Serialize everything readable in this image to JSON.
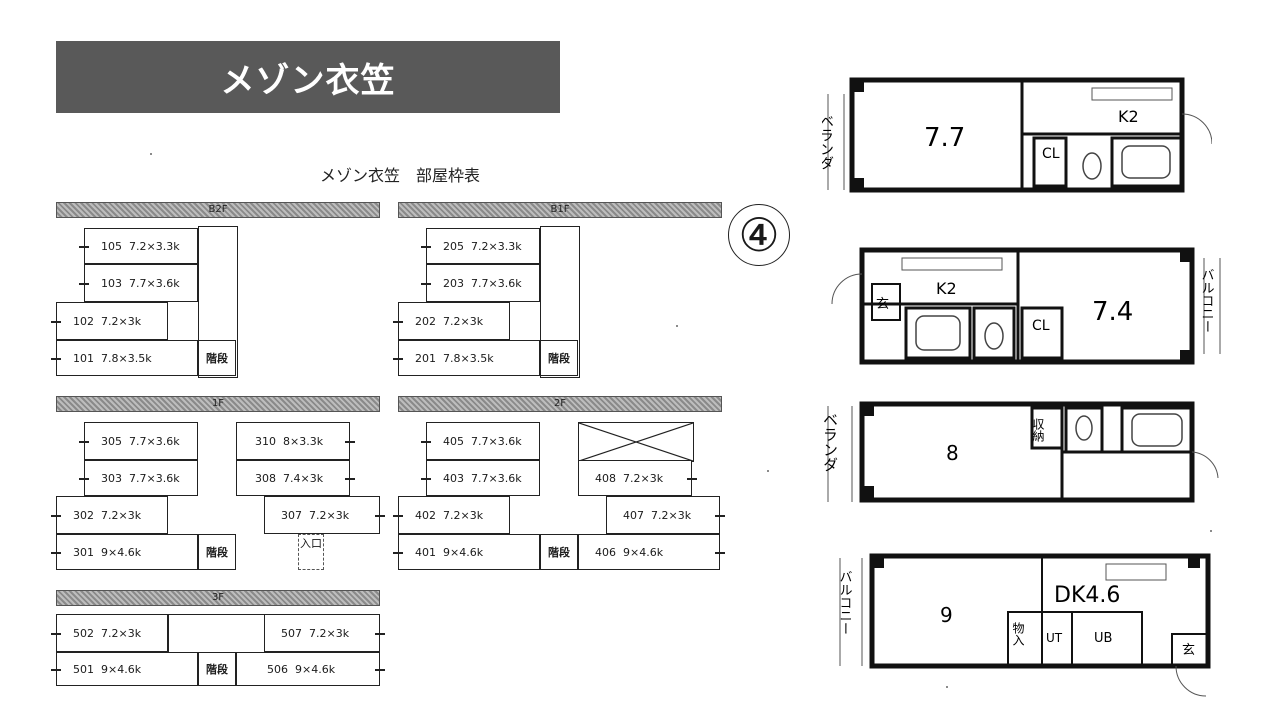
{
  "header": {
    "title": "メゾン衣笠",
    "subtitle": "メゾン衣笠　部屋枠表",
    "badge": "④"
  },
  "floors": [
    {
      "label": "B2F",
      "rooms": [
        {
          "id": "105",
          "size": "7.2×3.3k"
        },
        {
          "id": "103",
          "size": "7.7×3.6k"
        },
        {
          "id": "102",
          "size": "7.2×3k"
        },
        {
          "id": "101",
          "size": "7.8×3.5k"
        },
        {
          "stair": "階段"
        }
      ]
    },
    {
      "label": "B1F",
      "rooms": [
        {
          "id": "205",
          "size": "7.2×3.3k"
        },
        {
          "id": "203",
          "size": "7.7×3.6k"
        },
        {
          "id": "202",
          "size": "7.2×3k"
        },
        {
          "id": "201",
          "size": "7.8×3.5k"
        },
        {
          "stair": "階段"
        }
      ]
    },
    {
      "label": "1F",
      "rooms": [
        {
          "id": "305",
          "size": "7.7×3.6k"
        },
        {
          "id": "310",
          "size": "8×3.3k"
        },
        {
          "id": "303",
          "size": "7.7×3.6k"
        },
        {
          "id": "308",
          "size": "7.4×3k"
        },
        {
          "id": "302",
          "size": "7.2×3k"
        },
        {
          "id": "307",
          "size": "7.2×3k"
        },
        {
          "id": "301",
          "size": "9×4.6k"
        },
        {
          "stair": "階段"
        },
        {
          "entry": "入口"
        }
      ]
    },
    {
      "label": "2F",
      "rooms": [
        {
          "id": "405",
          "size": "7.7×3.6k"
        },
        {
          "id": "403",
          "size": "7.7×3.6k"
        },
        {
          "id": "408",
          "size": "7.2×3k"
        },
        {
          "id": "402",
          "size": "7.2×3k"
        },
        {
          "id": "407",
          "size": "7.2×3k"
        },
        {
          "id": "401",
          "size": "9×4.6k"
        },
        {
          "stair": "階段"
        },
        {
          "id": "406",
          "size": "9×4.6k"
        }
      ]
    },
    {
      "label": "3F",
      "rooms": [
        {
          "id": "502",
          "size": "7.2×3k"
        },
        {
          "id": "507",
          "size": "7.2×3k"
        },
        {
          "id": "501",
          "size": "9×4.6k"
        },
        {
          "stair": "階段"
        },
        {
          "id": "506",
          "size": "9×4.6k"
        }
      ]
    }
  ],
  "plans": [
    {
      "labels": [
        "ベランダ",
        "7.7",
        "K2",
        "CL"
      ]
    },
    {
      "labels": [
        "玄",
        "K2",
        "CL",
        "7.4",
        "バルコニー"
      ]
    },
    {
      "labels": [
        "ベランダ",
        "8",
        "収納"
      ]
    },
    {
      "labels": [
        "バルコニー",
        "9",
        "DK4.6",
        "物入",
        "UT",
        "UB",
        "玄"
      ]
    }
  ]
}
